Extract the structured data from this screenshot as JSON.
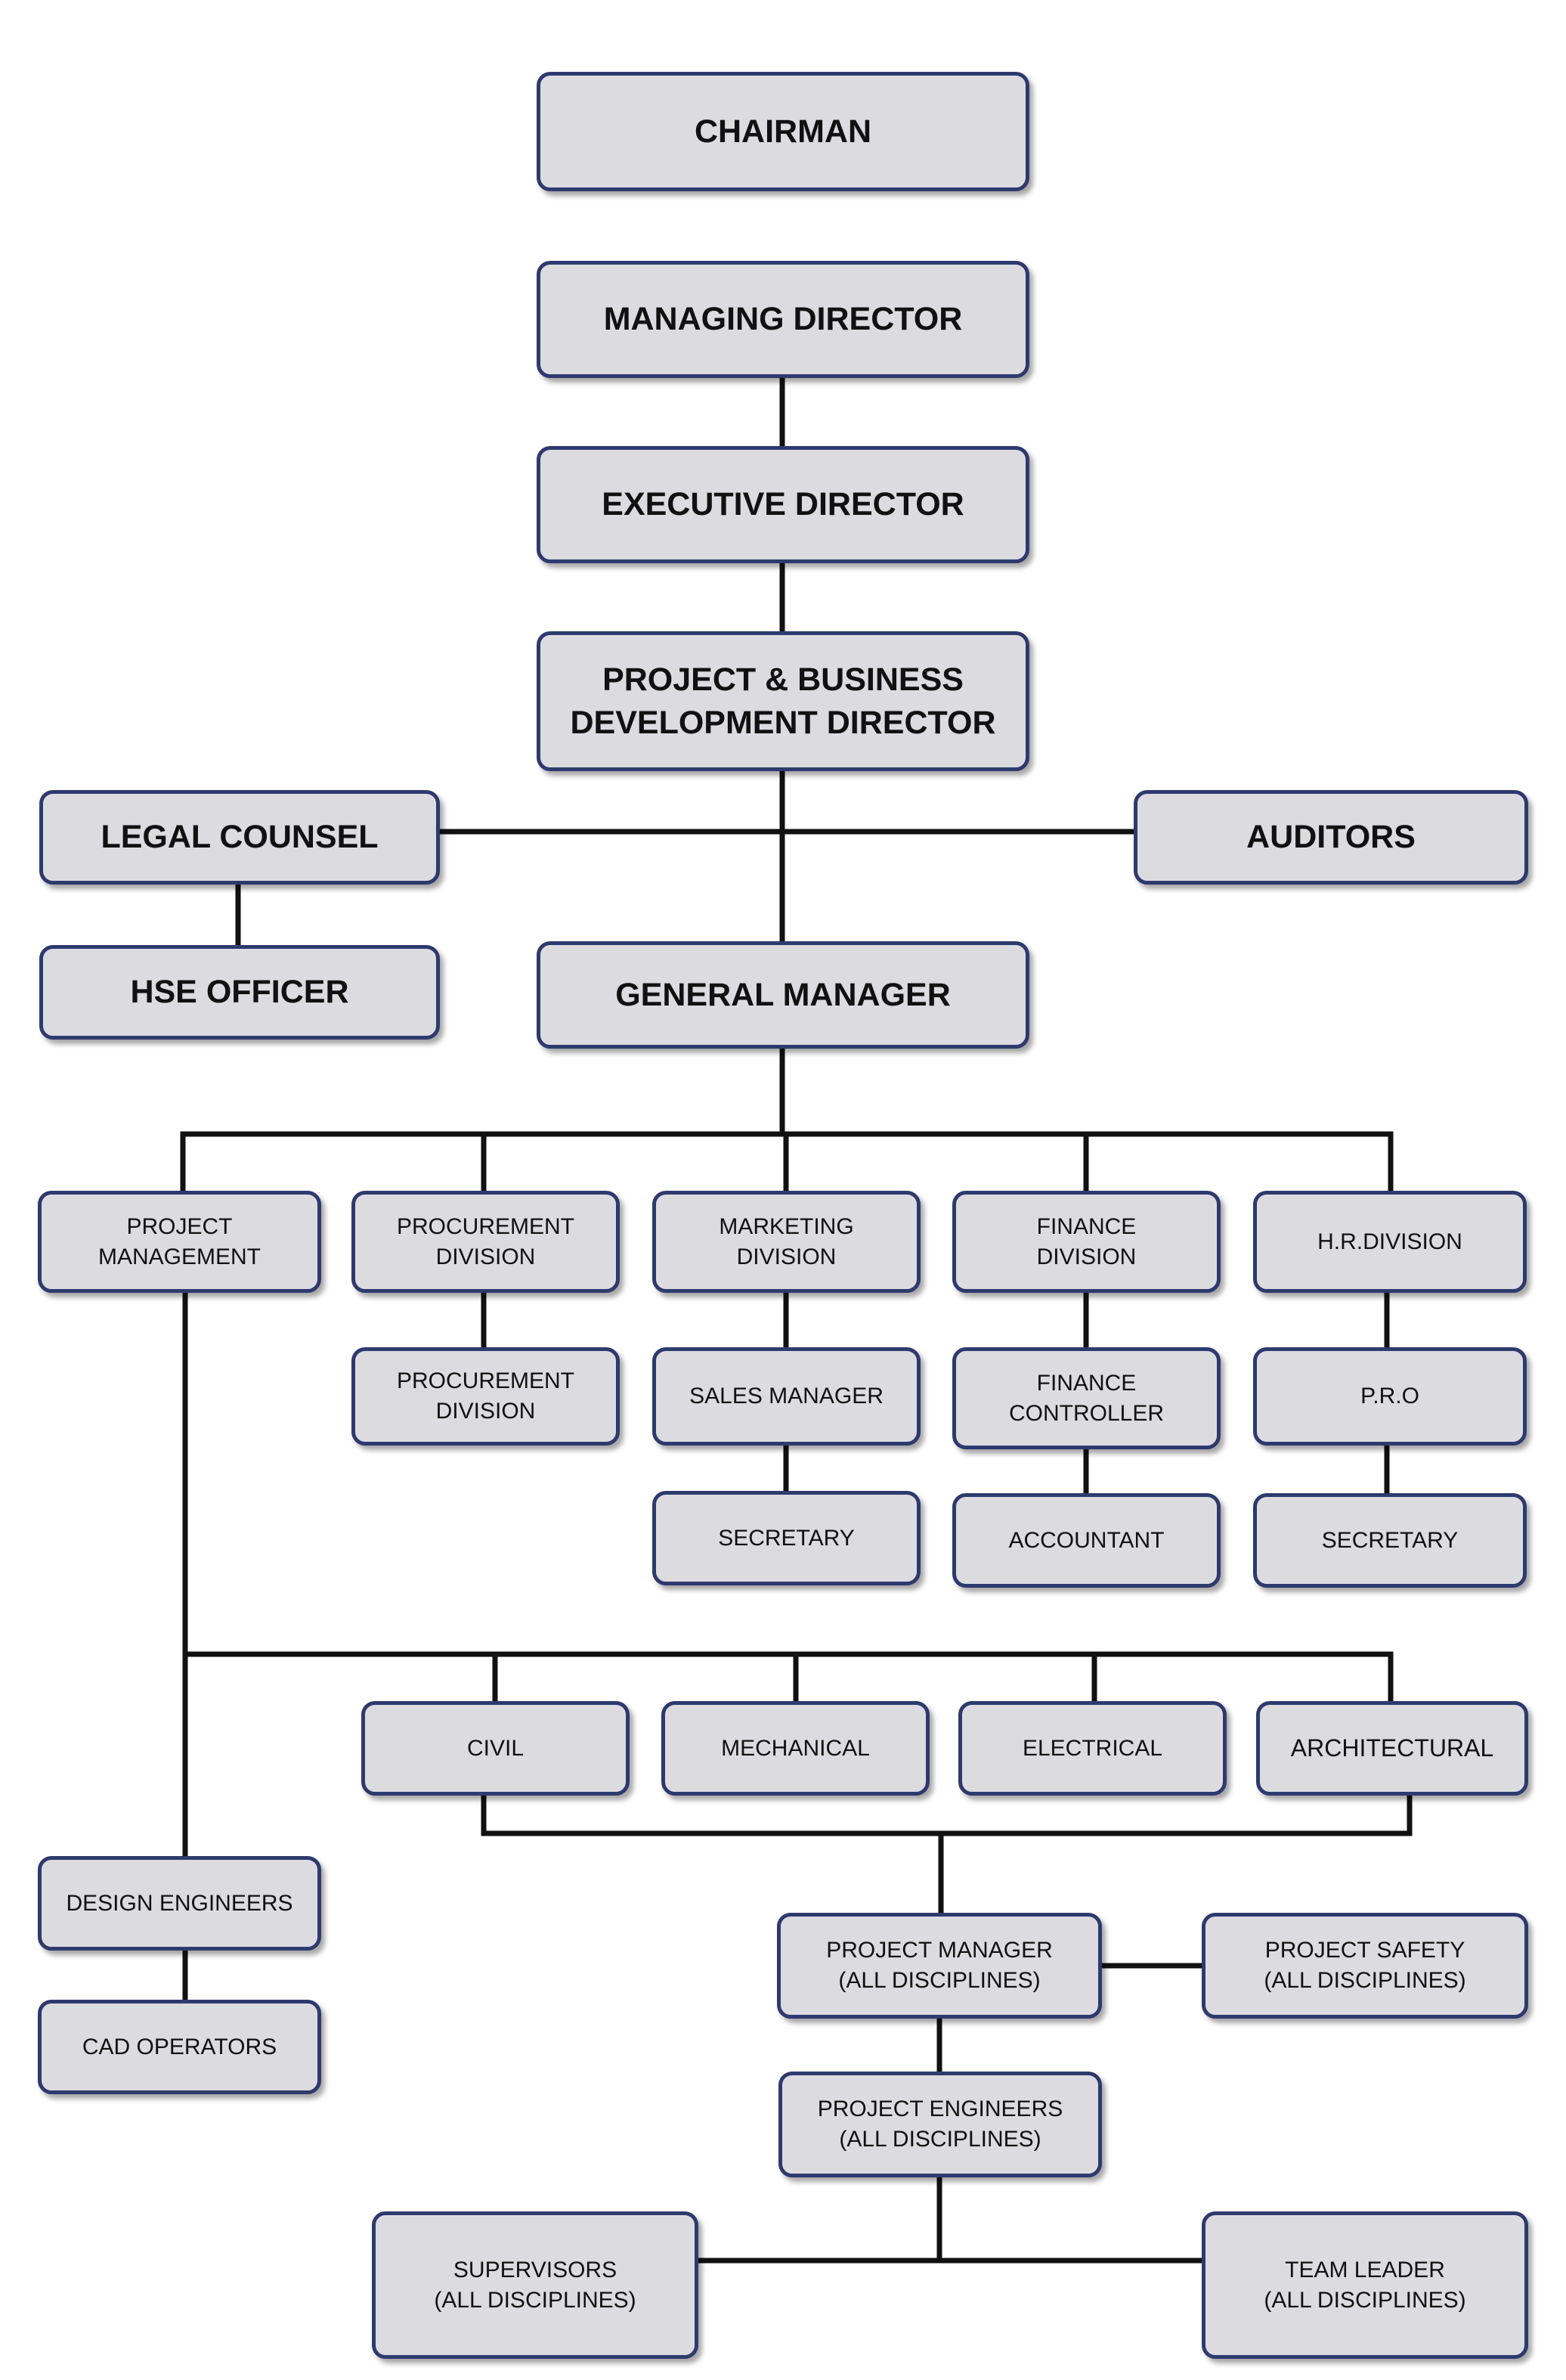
{
  "nodes": {
    "chairman": "CHAIRMAN",
    "managing_director": "MANAGING DIRECTOR",
    "executive_director": "EXECUTIVE DIRECTOR",
    "pbd_director": "PROJECT & BUSINESS\nDEVELOPMENT DIRECTOR",
    "legal_counsel": "LEGAL COUNSEL",
    "auditors": "AUDITORS",
    "hse_officer": "HSE OFFICER",
    "general_manager": "GENERAL MANAGER",
    "project_management": "PROJECT\nMANAGEMENT",
    "procurement_division": "PROCUREMENT\nDIVISION",
    "procurement_division_2": "PROCUREMENT\nDIVISION",
    "marketing_division": "MARKETING\nDIVISION",
    "sales_manager": "SALES MANAGER",
    "marketing_secretary": "SECRETARY",
    "finance_division": "FINANCE\nDIVISION",
    "finance_controller": "FINANCE\nCONTROLLER",
    "accountant": "ACCOUNTANT",
    "hr_division": "H.R.DIVISION",
    "pro": "P.R.O",
    "hr_secretary": "SECRETARY",
    "civil": "CIVIL",
    "mechanical": "MECHANICAL",
    "electrical": "ELECTRICAL",
    "architectural": "ARCHITECTURAL",
    "design_engineers": "DESIGN ENGINEERS",
    "cad_operators": "CAD OPERATORS",
    "project_manager": "PROJECT MANAGER\n(ALL DISCIPLINES)",
    "project_safety": "PROJECT SAFETY\n(ALL DISCIPLINES)",
    "project_engineers": "PROJECT ENGINEERS\n(ALL DISCIPLINES)",
    "supervisors": "SUPERVISORS\n(ALL DISCIPLINES)",
    "team_leader": "TEAM LEADER\n(ALL DISCIPLINES)"
  },
  "colors": {
    "box_fill": "#dcdce0",
    "box_border": "#2e3a6e",
    "connector": "#111111"
  }
}
